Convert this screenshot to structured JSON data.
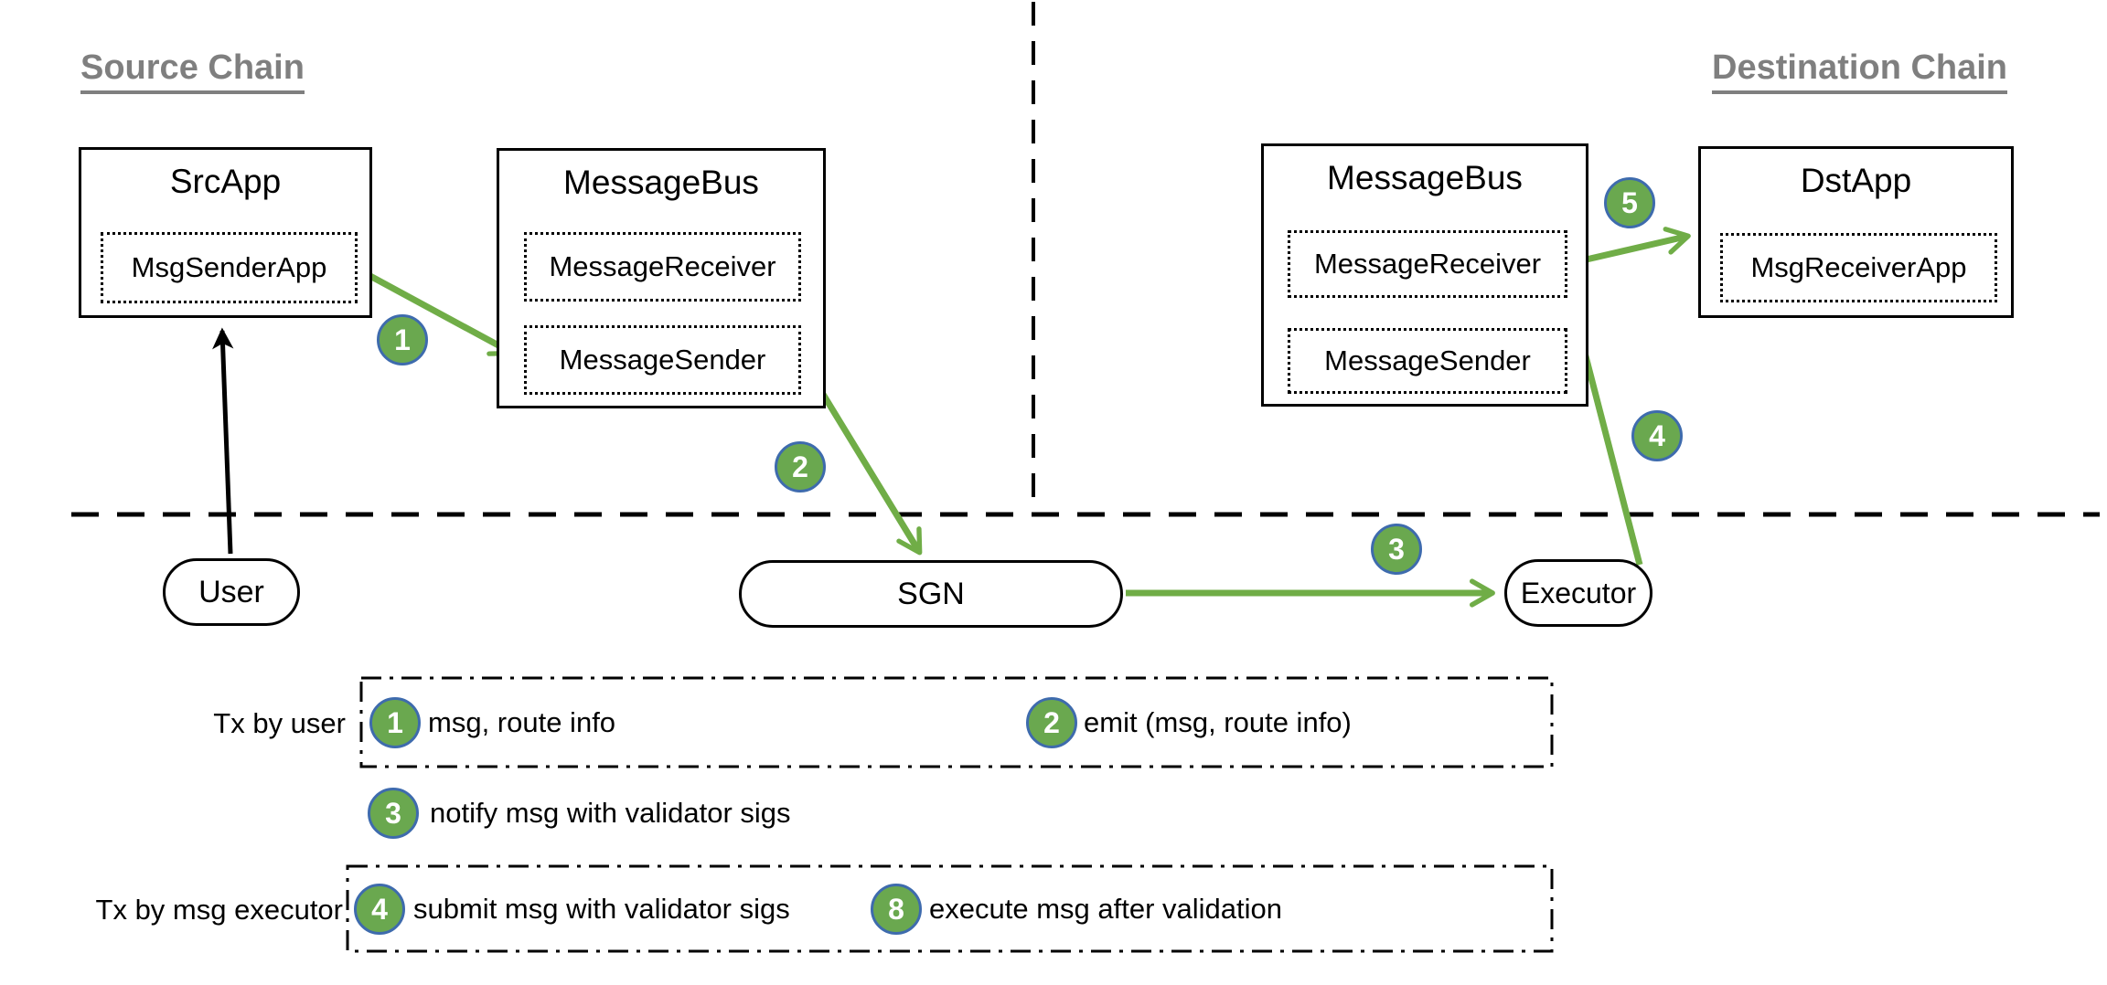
{
  "headings": {
    "source": "Source Chain",
    "destination": "Destination Chain"
  },
  "boxes": {
    "src_app": {
      "title": "SrcApp",
      "inner": "MsgSenderApp"
    },
    "msgbus_src": {
      "title": "MessageBus",
      "receiver": "MessageReceiver",
      "sender": "MessageSender"
    },
    "msgbus_dst": {
      "title": "MessageBus",
      "receiver": "MessageReceiver",
      "sender": "MessageSender"
    },
    "dst_app": {
      "title": "DstApp",
      "inner": "MsgReceiverApp"
    }
  },
  "nodes": {
    "user": "User",
    "sgn": "SGN",
    "executor": "Executor"
  },
  "diagram_badges": [
    "1",
    "2",
    "3",
    "4",
    "5"
  ],
  "legend": {
    "rows": [
      {
        "label": "Tx by user",
        "boxed": true,
        "items": [
          {
            "num": "1",
            "text": "msg, route info"
          },
          {
            "num": "2",
            "text": "emit (msg, route info)"
          }
        ]
      },
      {
        "label": "",
        "boxed": false,
        "items": [
          {
            "num": "3",
            "text": "notify msg with validator sigs"
          }
        ]
      },
      {
        "label": "Tx by msg executor",
        "boxed": true,
        "items": [
          {
            "num": "4",
            "text": "submit msg with validator sigs"
          },
          {
            "num": "8",
            "text": "execute msg after validation"
          }
        ]
      }
    ]
  },
  "colors": {
    "arrow_green": "#70ad47",
    "badge_fill": "#6aa84f",
    "badge_border": "#3e6bad",
    "heading_gray": "#7f7f7f",
    "line_black": "#000000"
  }
}
